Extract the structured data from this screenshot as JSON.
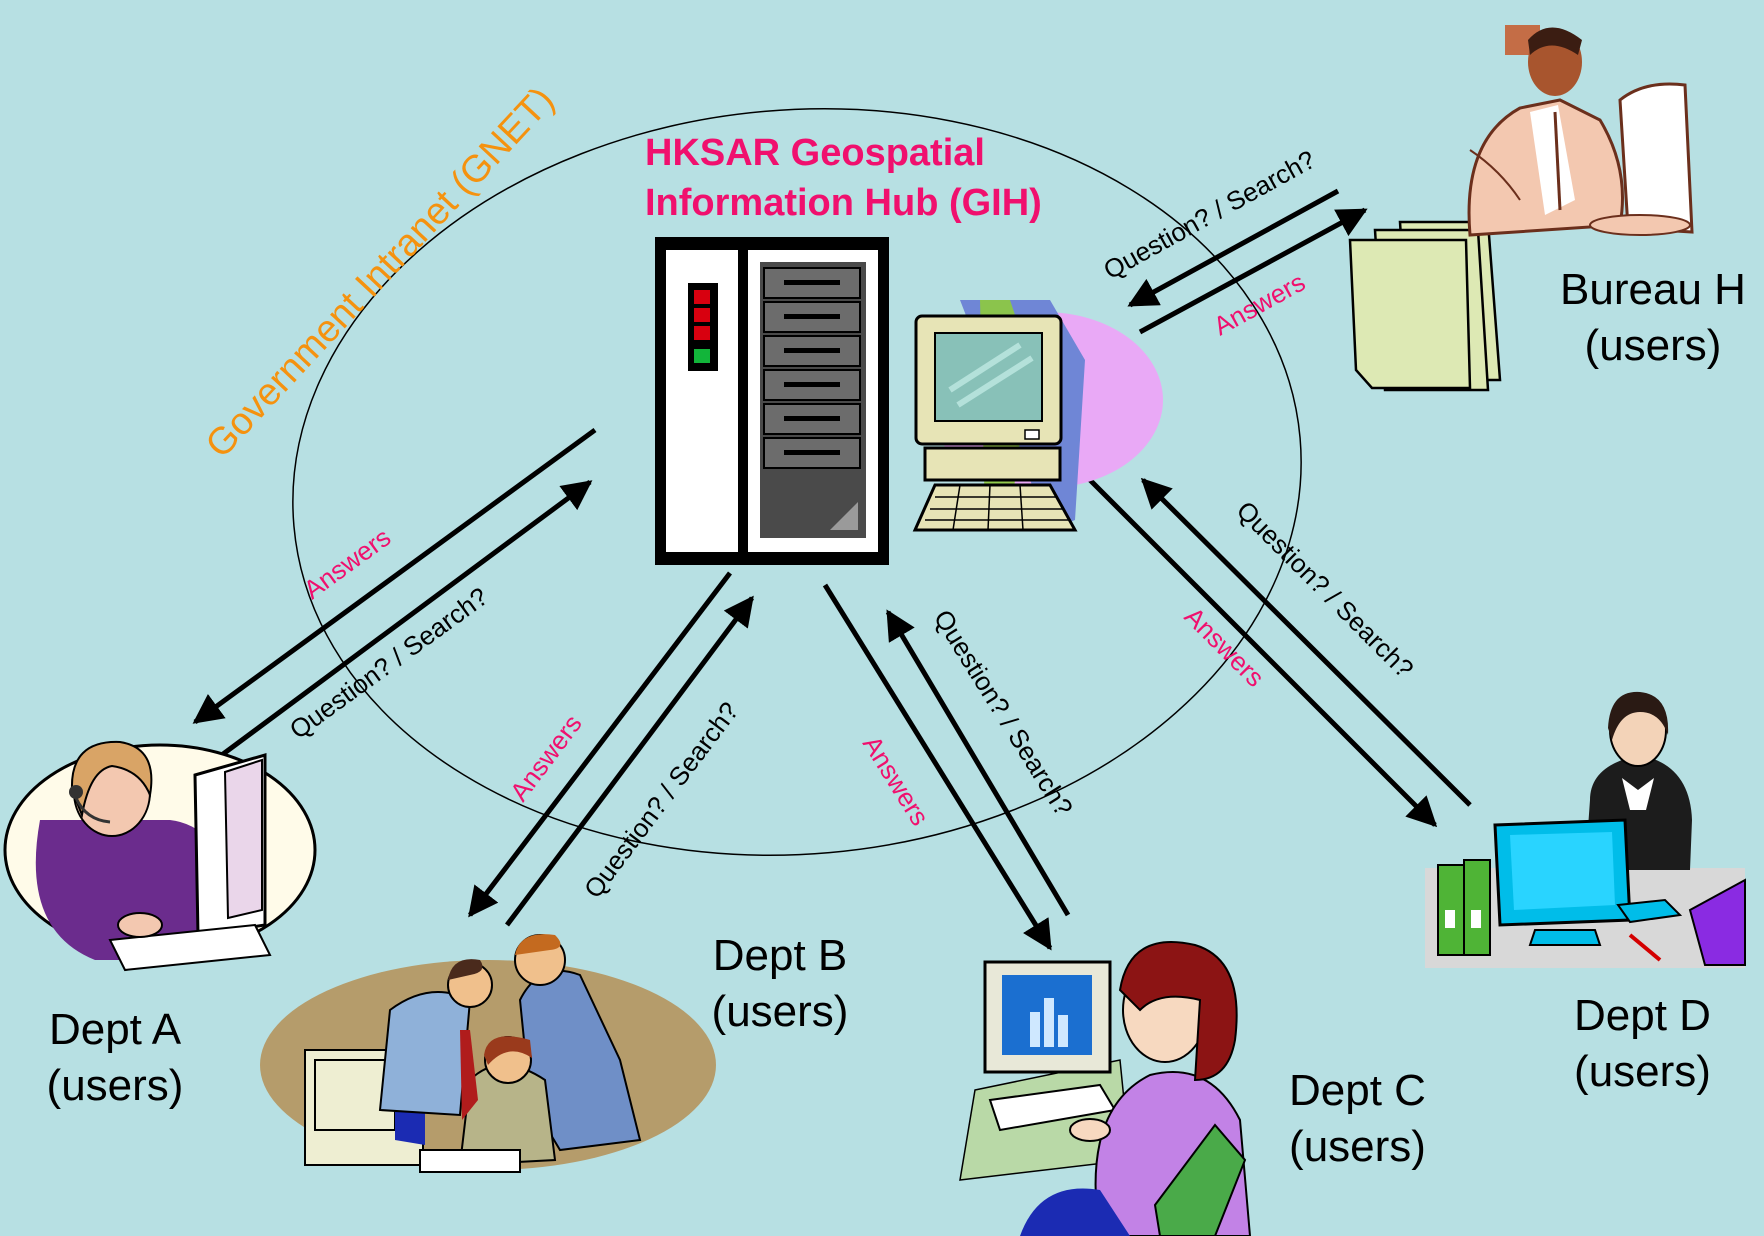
{
  "hub": {
    "line1": "HKSAR Geospatial",
    "line2": "Information Hub (GIH)"
  },
  "network": {
    "label": "Government Intranet (GNET)"
  },
  "departments": [
    {
      "line1": "Dept A",
      "line2": "(users)"
    },
    {
      "line1": "Dept B",
      "line2": "(users)"
    },
    {
      "line1": "Dept C",
      "line2": "(users)"
    },
    {
      "line1": "Dept D",
      "line2": "(users)"
    },
    {
      "line1": "Bureau H",
      "line2": "(users)"
    }
  ],
  "flows": {
    "question": "Question? / Search?",
    "answer": "Answers"
  },
  "colors": {
    "background": "#b7e0e3",
    "hub_title": "#f0106e",
    "network_label": "#f5920f",
    "answers_label": "#f0106e",
    "arrows": "#000000"
  },
  "icons": [
    "server-icon",
    "desktop-computer-icon",
    "documents-icon",
    "businessman-icon",
    "call-center-agent-icon",
    "team-meeting-icon",
    "woman-at-computer-icon",
    "office-worker-icon"
  ]
}
